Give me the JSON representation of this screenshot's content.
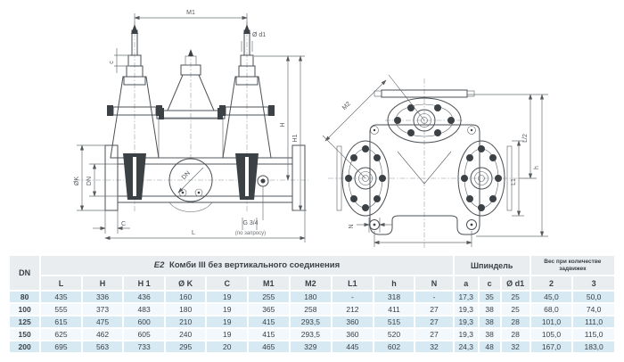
{
  "drawing": {
    "front": {
      "m1": "M1",
      "d1": "Ø d1",
      "c": "c",
      "h": "H",
      "h1": "H1",
      "ok": "ØK",
      "dn_dim": "DN",
      "dn_bore": "DN",
      "c_flange": "C",
      "l": "L",
      "g34": "G 3/4",
      "g34_note": "(по запросу)"
    },
    "top": {
      "m2": "M2",
      "l1": "L1",
      "l_half": "L/2",
      "h": "h",
      "n": "N"
    }
  },
  "table": {
    "dn_header": "DN",
    "title_prefix": "E2",
    "title_rest": "Комби III без вертикального соединения",
    "group_spindle": "Шпиндель",
    "group_weight": "Вес при количестве задвижек",
    "columns": [
      "L",
      "H",
      "H 1",
      "Ø K",
      "C",
      "M1",
      "M2",
      "L1",
      "h",
      "N",
      "a",
      "c",
      "Ø d1",
      "2",
      "3"
    ],
    "rows": [
      {
        "dn": "80",
        "values": [
          "435",
          "336",
          "436",
          "160",
          "19",
          "255",
          "180",
          "-",
          "318",
          "-",
          "17,3",
          "35",
          "25",
          "45,0",
          "50,0"
        ]
      },
      {
        "dn": "100",
        "values": [
          "555",
          "373",
          "483",
          "180",
          "19",
          "365",
          "258",
          "212",
          "411",
          "27",
          "19,3",
          "38",
          "25",
          "68,0",
          "74,0"
        ]
      },
      {
        "dn": "125",
        "values": [
          "615",
          "475",
          "600",
          "210",
          "19",
          "415",
          "293,5",
          "360",
          "515",
          "27",
          "19,3",
          "38",
          "28",
          "101,0",
          "111,0"
        ]
      },
      {
        "dn": "150",
        "values": [
          "625",
          "462",
          "605",
          "240",
          "19",
          "415",
          "293,5",
          "360",
          "520",
          "27",
          "19,3",
          "38",
          "28",
          "105,0",
          "115,0"
        ]
      },
      {
        "dn": "200",
        "values": [
          "695",
          "563",
          "733",
          "295",
          "20",
          "465",
          "329",
          "445",
          "602",
          "32",
          "24,3",
          "48",
          "32",
          "167,0",
          "183,0"
        ]
      }
    ]
  },
  "colors": {
    "row_blue": "#d7eaf4",
    "row_light": "#f2f8fb",
    "header_gray": "#e9edef",
    "line": "#4b5055",
    "text": "#3b4147"
  }
}
